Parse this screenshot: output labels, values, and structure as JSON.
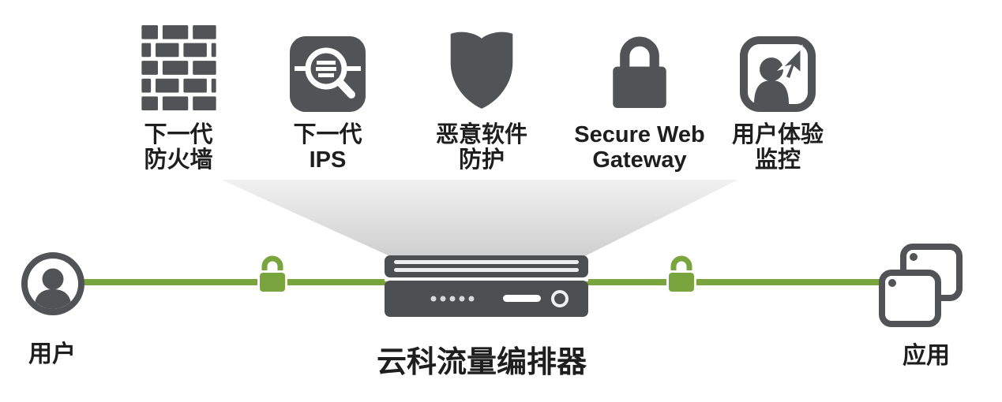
{
  "colors": {
    "icon_dark": "#515356",
    "accent_green": "#7aa43e",
    "funnel_gray": "#d4d4d4",
    "text": "#1e1e1e"
  },
  "services": [
    {
      "icon": "firewall-brick-icon",
      "label_lines": [
        "下一代",
        "防火墙"
      ]
    },
    {
      "icon": "ips-magnifier-icon",
      "label_lines": [
        "下一代",
        "IPS"
      ]
    },
    {
      "icon": "malware-shield-icon",
      "label_lines": [
        "恶意软件",
        "防护"
      ]
    },
    {
      "icon": "secure-web-gateway-lock-icon",
      "label_lines": [
        "Secure Web",
        "Gateway"
      ]
    },
    {
      "icon": "user-experience-monitor-icon",
      "label_lines": [
        "用户体验",
        "监控"
      ]
    }
  ],
  "flow": {
    "user_label": "用户",
    "orchestrator_label": "云科流量编排器",
    "app_label": "应用"
  }
}
